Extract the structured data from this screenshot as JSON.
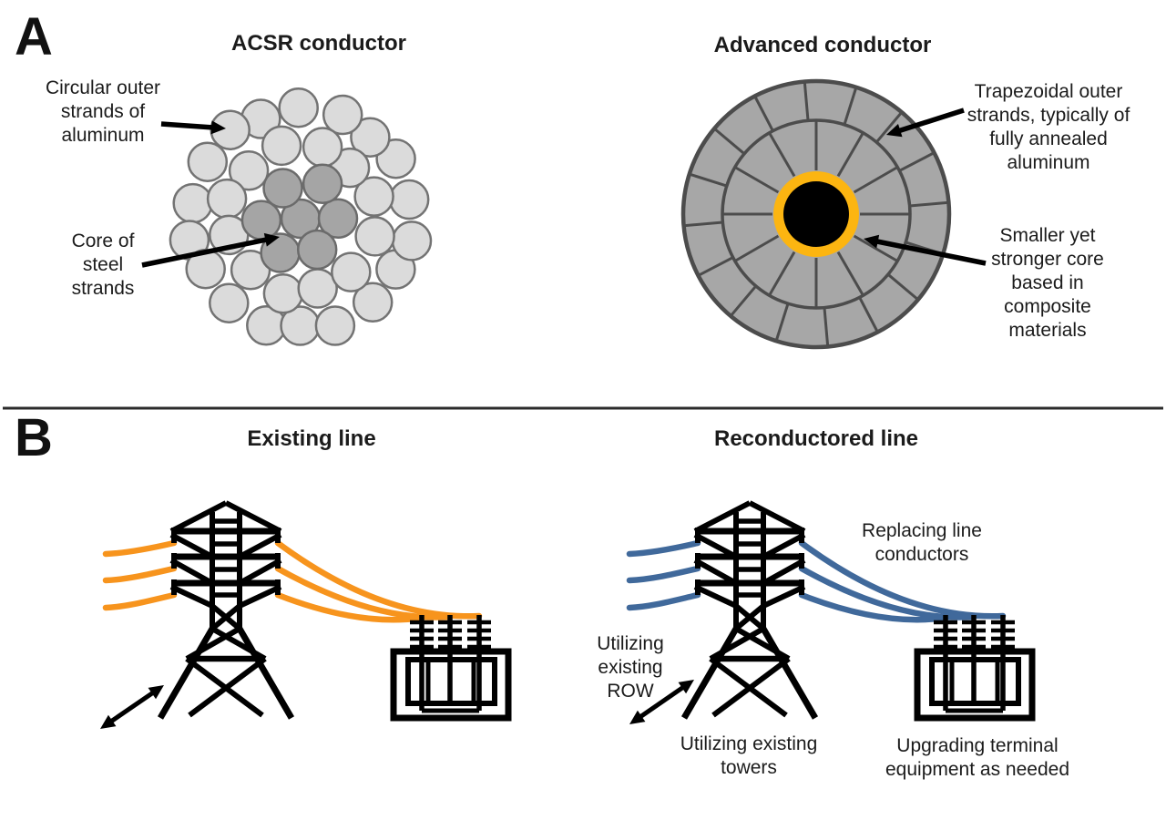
{
  "style": {
    "background": "#ffffff",
    "text_color": "#1b1b1b",
    "divider_color": "#2b2b2b",
    "arrow_color": "#000000"
  },
  "panel_a": {
    "letter": "A",
    "acsr": {
      "title": "ACSR conductor",
      "outer_label": "Circular outer\nstrands of\naluminum",
      "core_label": "Core of\nsteel\nstrands",
      "strand_radius": 21,
      "aluminum_fill": "#dbdbdb",
      "aluminum_stroke": "#737373",
      "steel_fill": "#a5a5a5",
      "steel_stroke": "#6b6b6b",
      "rings": [
        {
          "material": "aluminum",
          "count": 18,
          "radius": 121,
          "offset_deg": 10
        },
        {
          "material": "aluminum",
          "count": 12,
          "radius": 81,
          "offset_deg": 15
        },
        {
          "material": "steel",
          "count": 1,
          "radius": 0,
          "offset_deg": 0
        },
        {
          "material": "steel",
          "count": 6,
          "radius": 42,
          "offset_deg": 0
        }
      ]
    },
    "advanced": {
      "title": "Advanced conductor",
      "outer_label": "Trapezoidal outer\nstrands, typically of\nfully annealed\naluminum",
      "core_label": "Smaller yet\nstronger core\nbased in\ncomposite\nmaterials",
      "body_fill": "#a7a7a7",
      "line_color": "#4c4c4c",
      "outer_segment_count": 16,
      "inner_segment_count": 12,
      "core_ring_color": "#fcb511",
      "core_fill": "#000000"
    }
  },
  "panel_b": {
    "letter": "B",
    "existing": {
      "title": "Existing line",
      "conductor_color": "#f7941d"
    },
    "reconductored": {
      "title": "Reconductored line",
      "conductor_color": "#40699b",
      "replacing_label": "Replacing line\nconductors",
      "row_label": "Utilizing\nexisting\nROW",
      "towers_label": "Utilizing existing\ntowers",
      "terminal_label": "Upgrading terminal\nequipment as needed"
    },
    "structure_color": "#000000"
  }
}
